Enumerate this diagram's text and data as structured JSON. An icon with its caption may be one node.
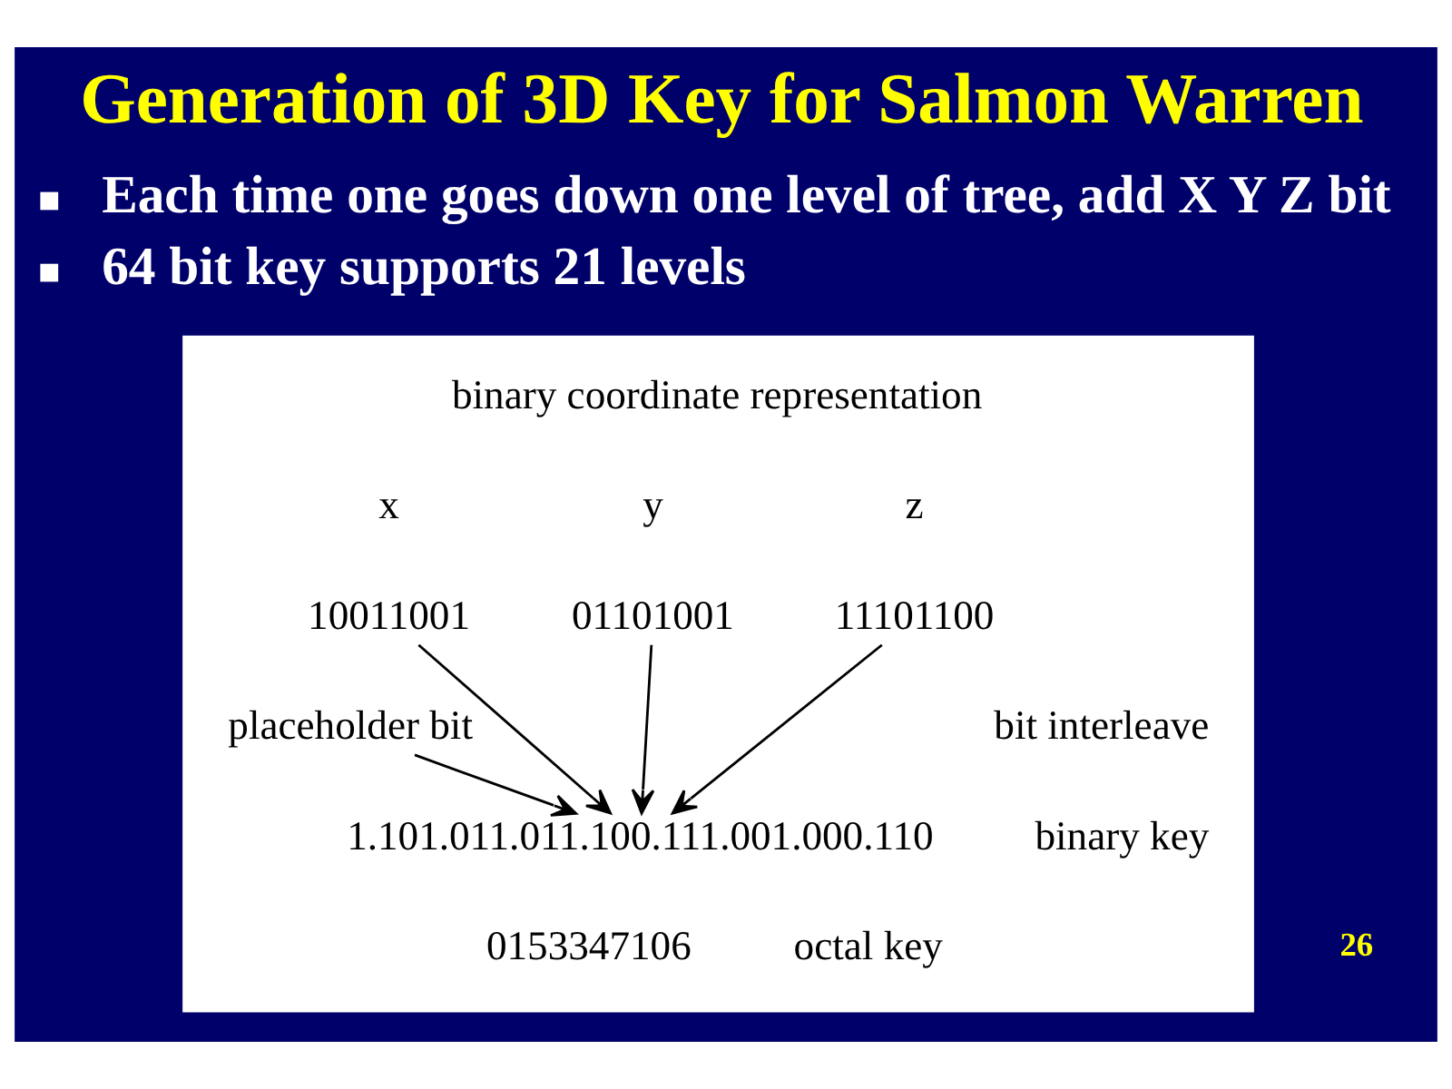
{
  "diagram": {
    "title": "Generation of 3D Key for Salmon Warren",
    "nodes": [
      {
        "text": [],
        "shape": "box"
      },
      {
        "text": [
          "10011001"
        ],
        "beside": [
          "x"
        ],
        "in": 0
      },
      {
        "text": [
          "01101001"
        ],
        "beside": [
          "y"
        ],
        "in": 0
      },
      {
        "text": [
          "11101100"
        ],
        "beside": [
          "z"
        ],
        "in": 0
      },
      {
        "text": [
          "placeholder bit"
        ],
        "in": 0
      },
      {
        "text": [
          "1.101.011.011.100.111.001.000.110"
        ],
        "beside": [
          "binary key"
        ],
        "in": 0
      }
    ],
    "edges": [
      {
        "from": 1,
        "to": 5,
        "arrow": "to"
      },
      {
        "from": 2,
        "to": 5,
        "arrow": "to"
      },
      {
        "from": 3,
        "to": 5,
        "arrow": "to"
      },
      {
        "from": 4,
        "to": 5,
        "arrow": "to"
      }
    ],
    "labels": [
      "Each time one goes down one level of tree, add X Y Z bit",
      "64 bit key supports 21 levels",
      "binary coordinate representation",
      "bit interleave",
      "0153347106",
      "octal key",
      "26"
    ]
  }
}
